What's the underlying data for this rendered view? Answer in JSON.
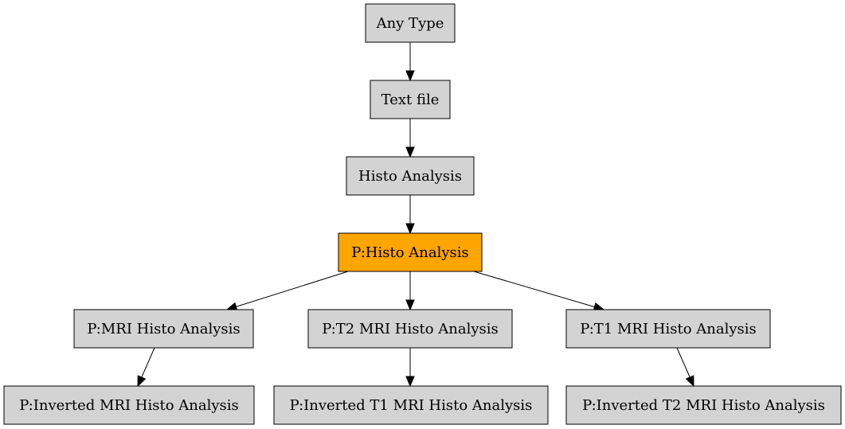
{
  "colors": {
    "node_fill": "#d3d3d3",
    "highlight_fill": "#ffa500",
    "border": "#000000",
    "edge": "#000000"
  },
  "nodes": [
    {
      "id": "any-type",
      "label": "Any Type",
      "highlight": false
    },
    {
      "id": "text-file",
      "label": "Text file",
      "highlight": false
    },
    {
      "id": "histo-analysis",
      "label": "Histo Analysis",
      "highlight": false
    },
    {
      "id": "p-histo-analysis",
      "label": "P:Histo Analysis",
      "highlight": true
    },
    {
      "id": "p-mri-histo-analysis",
      "label": "P:MRI Histo Analysis",
      "highlight": false
    },
    {
      "id": "p-t2-mri-histo-analysis",
      "label": "P:T2 MRI Histo Analysis",
      "highlight": false
    },
    {
      "id": "p-t1-mri-histo-analysis",
      "label": "P:T1 MRI Histo Analysis",
      "highlight": false
    },
    {
      "id": "p-inverted-mri-histo-analysis",
      "label": "P:Inverted MRI Histo Analysis",
      "highlight": false
    },
    {
      "id": "p-inverted-t1-mri-histo-analysis",
      "label": "P:Inverted T1 MRI Histo Analysis",
      "highlight": false
    },
    {
      "id": "p-inverted-t2-mri-histo-analysis",
      "label": "P:Inverted T2 MRI Histo Analysis",
      "highlight": false
    }
  ],
  "edges": [
    {
      "from": "any-type",
      "to": "text-file"
    },
    {
      "from": "text-file",
      "to": "histo-analysis"
    },
    {
      "from": "histo-analysis",
      "to": "p-histo-analysis"
    },
    {
      "from": "p-histo-analysis",
      "to": "p-mri-histo-analysis"
    },
    {
      "from": "p-histo-analysis",
      "to": "p-t2-mri-histo-analysis"
    },
    {
      "from": "p-histo-analysis",
      "to": "p-t1-mri-histo-analysis"
    },
    {
      "from": "p-mri-histo-analysis",
      "to": "p-inverted-mri-histo-analysis"
    },
    {
      "from": "p-t2-mri-histo-analysis",
      "to": "p-inverted-t1-mri-histo-analysis"
    },
    {
      "from": "p-t1-mri-histo-analysis",
      "to": "p-inverted-t2-mri-histo-analysis"
    }
  ]
}
